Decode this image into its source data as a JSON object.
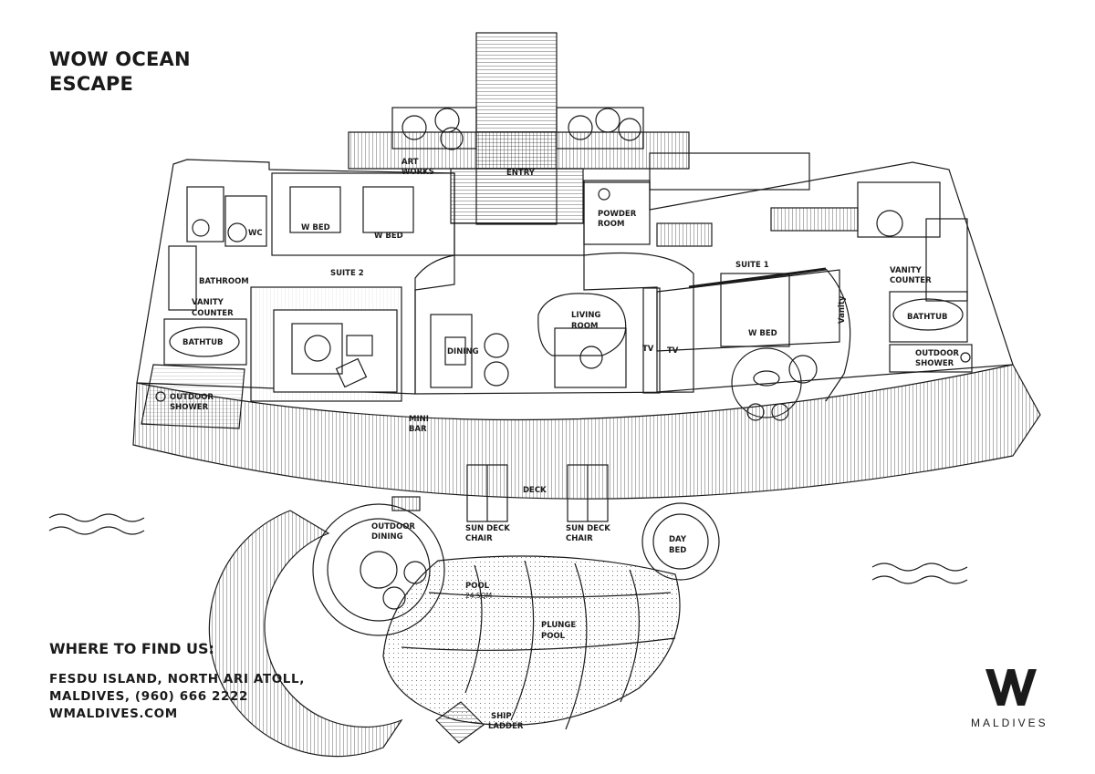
{
  "header": {
    "title_line1": "WOW OCEAN",
    "title_line2": "ESCAPE"
  },
  "contact": {
    "heading": "WHERE TO FIND US:",
    "line1": "FESDU ISLAND, NORTH ARI ATOLL,",
    "line2": "MALDIVES, (960) 666 2222",
    "line3": "WMALDIVES.COM"
  },
  "brand": {
    "name": "MALDIVES",
    "logo_icon": "w-logo-icon"
  },
  "rooms": {
    "art": "ART",
    "works": "WORKS",
    "entry": "ENTRY",
    "powder": "POWDER",
    "room": "ROOM",
    "w_bed": "W BED",
    "wc": "WC",
    "bathroom": "BATHROOM",
    "suite2": "SUITE 2",
    "suite1": "SUITE 1",
    "vanity": "VANITY",
    "counter": "COUNTER",
    "vanity_vertical": "Vanity",
    "bathtub": "BATHTUB",
    "outdoor": "OUTDOOR",
    "shower": "SHOWER",
    "living": "LIVING",
    "dining": "DINING",
    "tv": "TV",
    "mini": "MINI",
    "bar": "BAR",
    "deck": "DECK",
    "sun_deck": "SUN DECK",
    "chair": "CHAIR",
    "day": "DAY",
    "bed": "BED",
    "pool": "POOL",
    "pool_size": "24.5QM",
    "plunge": "PLUNGE",
    "pool2": "POOL",
    "ship": "SHIP",
    "ladder": "LADDER",
    "outdoor_dining1": "OUTDOOR",
    "outdoor_dining2": "DINING"
  }
}
